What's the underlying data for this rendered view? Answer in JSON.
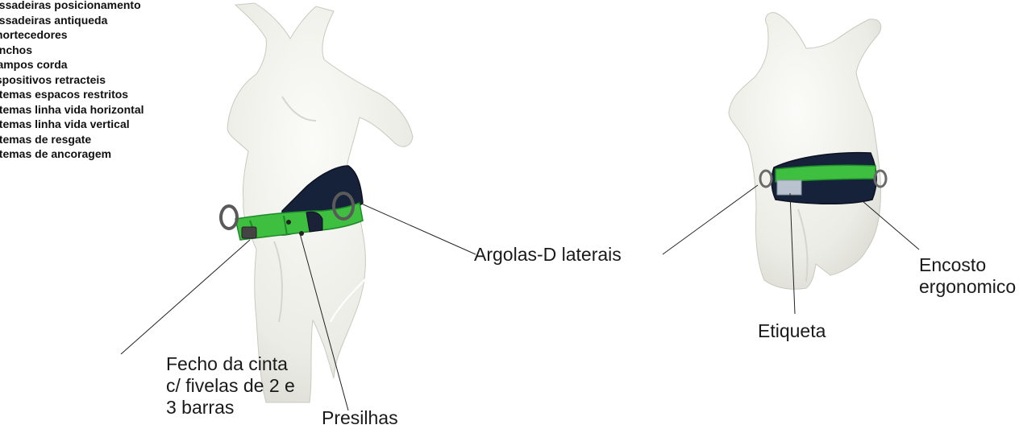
{
  "menu": {
    "items": [
      "assadeiras posicionamento",
      "assadeiras antiqueda",
      "mortecedores",
      "anchos",
      "rampos corda",
      "ispositivos retracteis",
      "stemas espacos restritos",
      "stemas linha vida horizontal",
      "stemas linha vida vertical",
      "stemas de resgate",
      "stemas de ancoragem"
    ]
  },
  "labels": {
    "fecho": "Fecho da cinta c/ fivelas de 2 e 3 barras",
    "argolas": "Argolas-D laterais",
    "presilhas": "Presilhas",
    "etiqueta": "Etiqueta",
    "encosto_line1": "Encosto",
    "encosto_line2": "ergonomico"
  },
  "colors": {
    "belt_green": "#3fbf3f",
    "belt_green_dark": "#1f8a2a",
    "pad_navy": "#16213a",
    "mannequin": "#f1f1ec",
    "label_patch": "#b9c3cf"
  }
}
